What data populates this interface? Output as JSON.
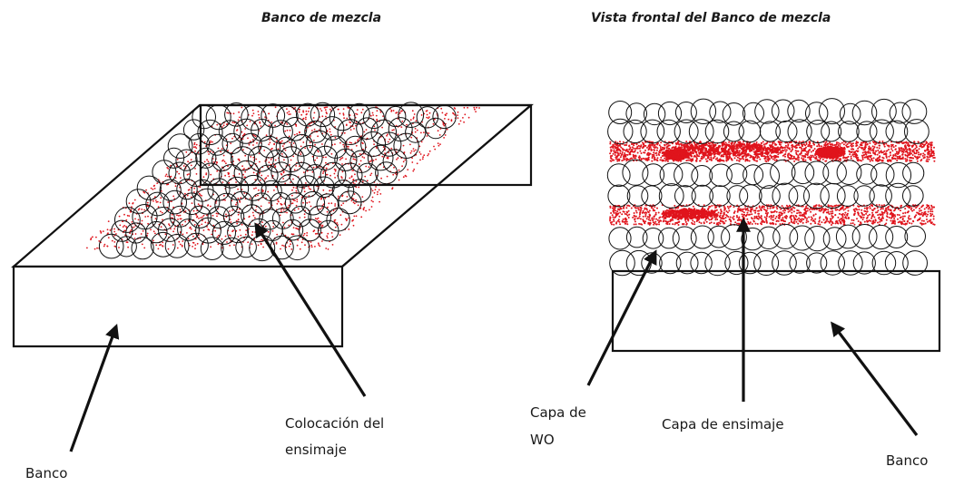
{
  "titles": {
    "left": "Banco de mezcla",
    "right": "Vista frontal del Banco de mezcla"
  },
  "labels": {
    "left_banco": "Banco",
    "colocacion_line1": "Colocación del",
    "colocacion_line2": "ensimaje",
    "capa_wo_line1": "Capa de",
    "capa_wo_line2": "WO",
    "capa_ensimaje": "Capa de ensimaje",
    "right_banco": "Banco"
  },
  "colors": {
    "ensimaje_red": "#e0141c",
    "outline": "#111111"
  }
}
